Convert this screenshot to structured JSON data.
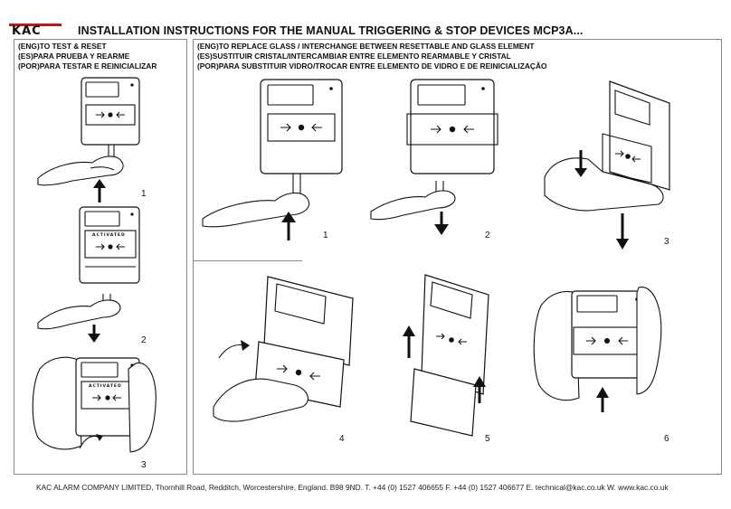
{
  "header": {
    "logo_text": "KAC",
    "title": "INSTALLATION INSTRUCTIONS FOR THE MANUAL TRIGGERING & STOP DEVICES MCP3A..."
  },
  "left_panel": {
    "heading_eng": "(ENG)TO TEST & RESET",
    "heading_es": "(ES)PARA PRUEBA Y REARME",
    "heading_por": "(POR)PARA TESTAR E REINICIALIZAR",
    "steps": [
      "1",
      "2",
      "3"
    ]
  },
  "right_panel": {
    "heading_eng": "(ENG)TO REPLACE GLASS / INTERCHANGE BETWEEN RESETTABLE AND GLASS ELEMENT",
    "heading_es": "(ES)SUSTITUIR CRISTAL/INTERCAMBIAR ENTRE ELEMENTO REARMABLE Y CRISTAL",
    "heading_por": "(POR)PARA SUBSTITUIR VIDRO/TROCAR ENTRE ELEMENTO DE VIDRO E DE REINICIALIZAÇÃO",
    "steps": [
      "1",
      "2",
      "3",
      "4",
      "5",
      "6"
    ]
  },
  "device_label": "ACTIVATED",
  "footer": {
    "text": "KAC ALARM COMPANY LIMITED, Thornhill Road, Redditch, Worcestershire, England. B98 9ND. T. +44 (0) 1527 406655 F. +44 (0) 1527 406677 E. technical@kac.co.uk W. www.kac.co.uk"
  },
  "colors": {
    "brand_red": "#c0161c",
    "border": "#888888",
    "ink": "#111111"
  }
}
